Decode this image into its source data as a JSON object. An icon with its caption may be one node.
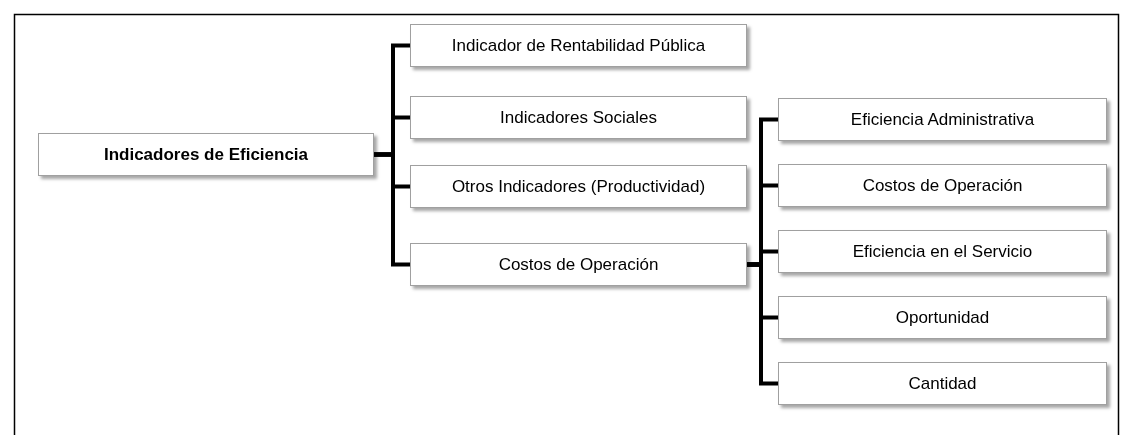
{
  "diagram": {
    "nodes": [
      {
        "text": [
          "Indicadores de Eficiencia"
        ]
      },
      {
        "text": [
          "Indicador de Rentabilidad Pública"
        ]
      },
      {
        "text": [
          "Indicadores Sociales"
        ]
      },
      {
        "text": [
          "Otros Indicadores (Productividad)"
        ]
      },
      {
        "text": [
          "Costos de Operación"
        ]
      },
      {
        "text": [
          "Eficiencia Administrativa"
        ]
      },
      {
        "text": [
          "Costos de Operación"
        ]
      },
      {
        "text": [
          "Eficiencia en el Servicio"
        ]
      },
      {
        "text": [
          "Oportunidad"
        ]
      },
      {
        "text": [
          "Cantidad"
        ]
      }
    ],
    "edges": [
      {
        "from": 0,
        "to": 1,
        "arrow": "none"
      },
      {
        "from": 0,
        "to": 2,
        "arrow": "none"
      },
      {
        "from": 0,
        "to": 3,
        "arrow": "none"
      },
      {
        "from": 0,
        "to": 4,
        "arrow": "none"
      },
      {
        "from": 4,
        "to": 5,
        "arrow": "none"
      },
      {
        "from": 4,
        "to": 6,
        "arrow": "none"
      },
      {
        "from": 4,
        "to": 7,
        "arrow": "none"
      },
      {
        "from": 4,
        "to": 8,
        "arrow": "none"
      },
      {
        "from": 4,
        "to": 9,
        "arrow": "none"
      }
    ]
  }
}
